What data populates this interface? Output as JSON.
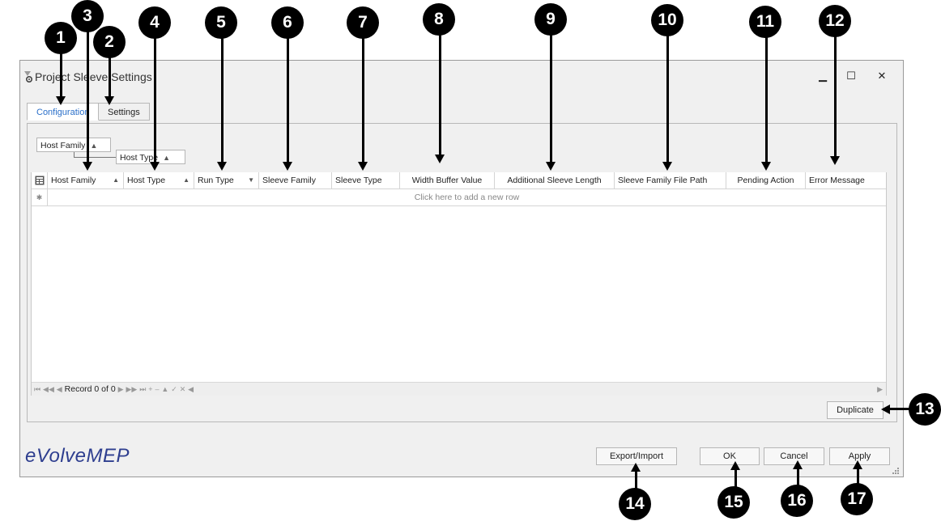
{
  "window": {
    "title": "Project Sleeve Settings",
    "controls": {
      "minimize": "▁",
      "maximize": "☐",
      "close": "✕"
    }
  },
  "tabs": [
    {
      "label": "Configuration",
      "active": true
    },
    {
      "label": "Settings",
      "active": false
    }
  ],
  "group_panel": {
    "chips": [
      {
        "label": "Host Family",
        "sort": "▲"
      },
      {
        "label": "Host Type",
        "sort": "▲"
      }
    ]
  },
  "grid": {
    "columns": [
      {
        "label": "Host Family",
        "sort": "▲"
      },
      {
        "label": "Host Type",
        "sort": "▲"
      },
      {
        "label": "Run Type",
        "sort": "▼"
      },
      {
        "label": "Sleeve Family",
        "sort": ""
      },
      {
        "label": "Sleeve Type",
        "sort": ""
      },
      {
        "label": "Width Buffer Value",
        "sort": ""
      },
      {
        "label": "Additional Sleeve Length",
        "sort": ""
      },
      {
        "label": "Sleeve Family File Path",
        "sort": ""
      },
      {
        "label": "Pending Action",
        "sort": ""
      },
      {
        "label": "Error Message",
        "sort": ""
      }
    ],
    "new_row_text": "Click here to add a new row",
    "new_row_marker": "✱",
    "navigator": {
      "record_text": "Record 0 of 0",
      "first": "⏮",
      "prev_page": "◀◀",
      "prev": "◀",
      "next": "▶",
      "next_page": "▶▶",
      "last": "⏭",
      "add": "+",
      "remove": "–",
      "up": "▲",
      "accept": "✓",
      "cancel": "✕",
      "scroll_left": "◀",
      "scroll_right": "▶"
    }
  },
  "buttons": {
    "duplicate": "Duplicate",
    "export_import": "Export/Import",
    "ok": "OK",
    "cancel": "Cancel",
    "apply": "Apply"
  },
  "brand": {
    "logo_text": "eVolveMEP",
    "color": "#2e3e8f"
  },
  "accent_color": "#2a6fc9",
  "callouts": [
    "1",
    "2",
    "3",
    "4",
    "5",
    "6",
    "7",
    "8",
    "9",
    "10",
    "11",
    "12",
    "13",
    "14",
    "15",
    "16",
    "17"
  ]
}
